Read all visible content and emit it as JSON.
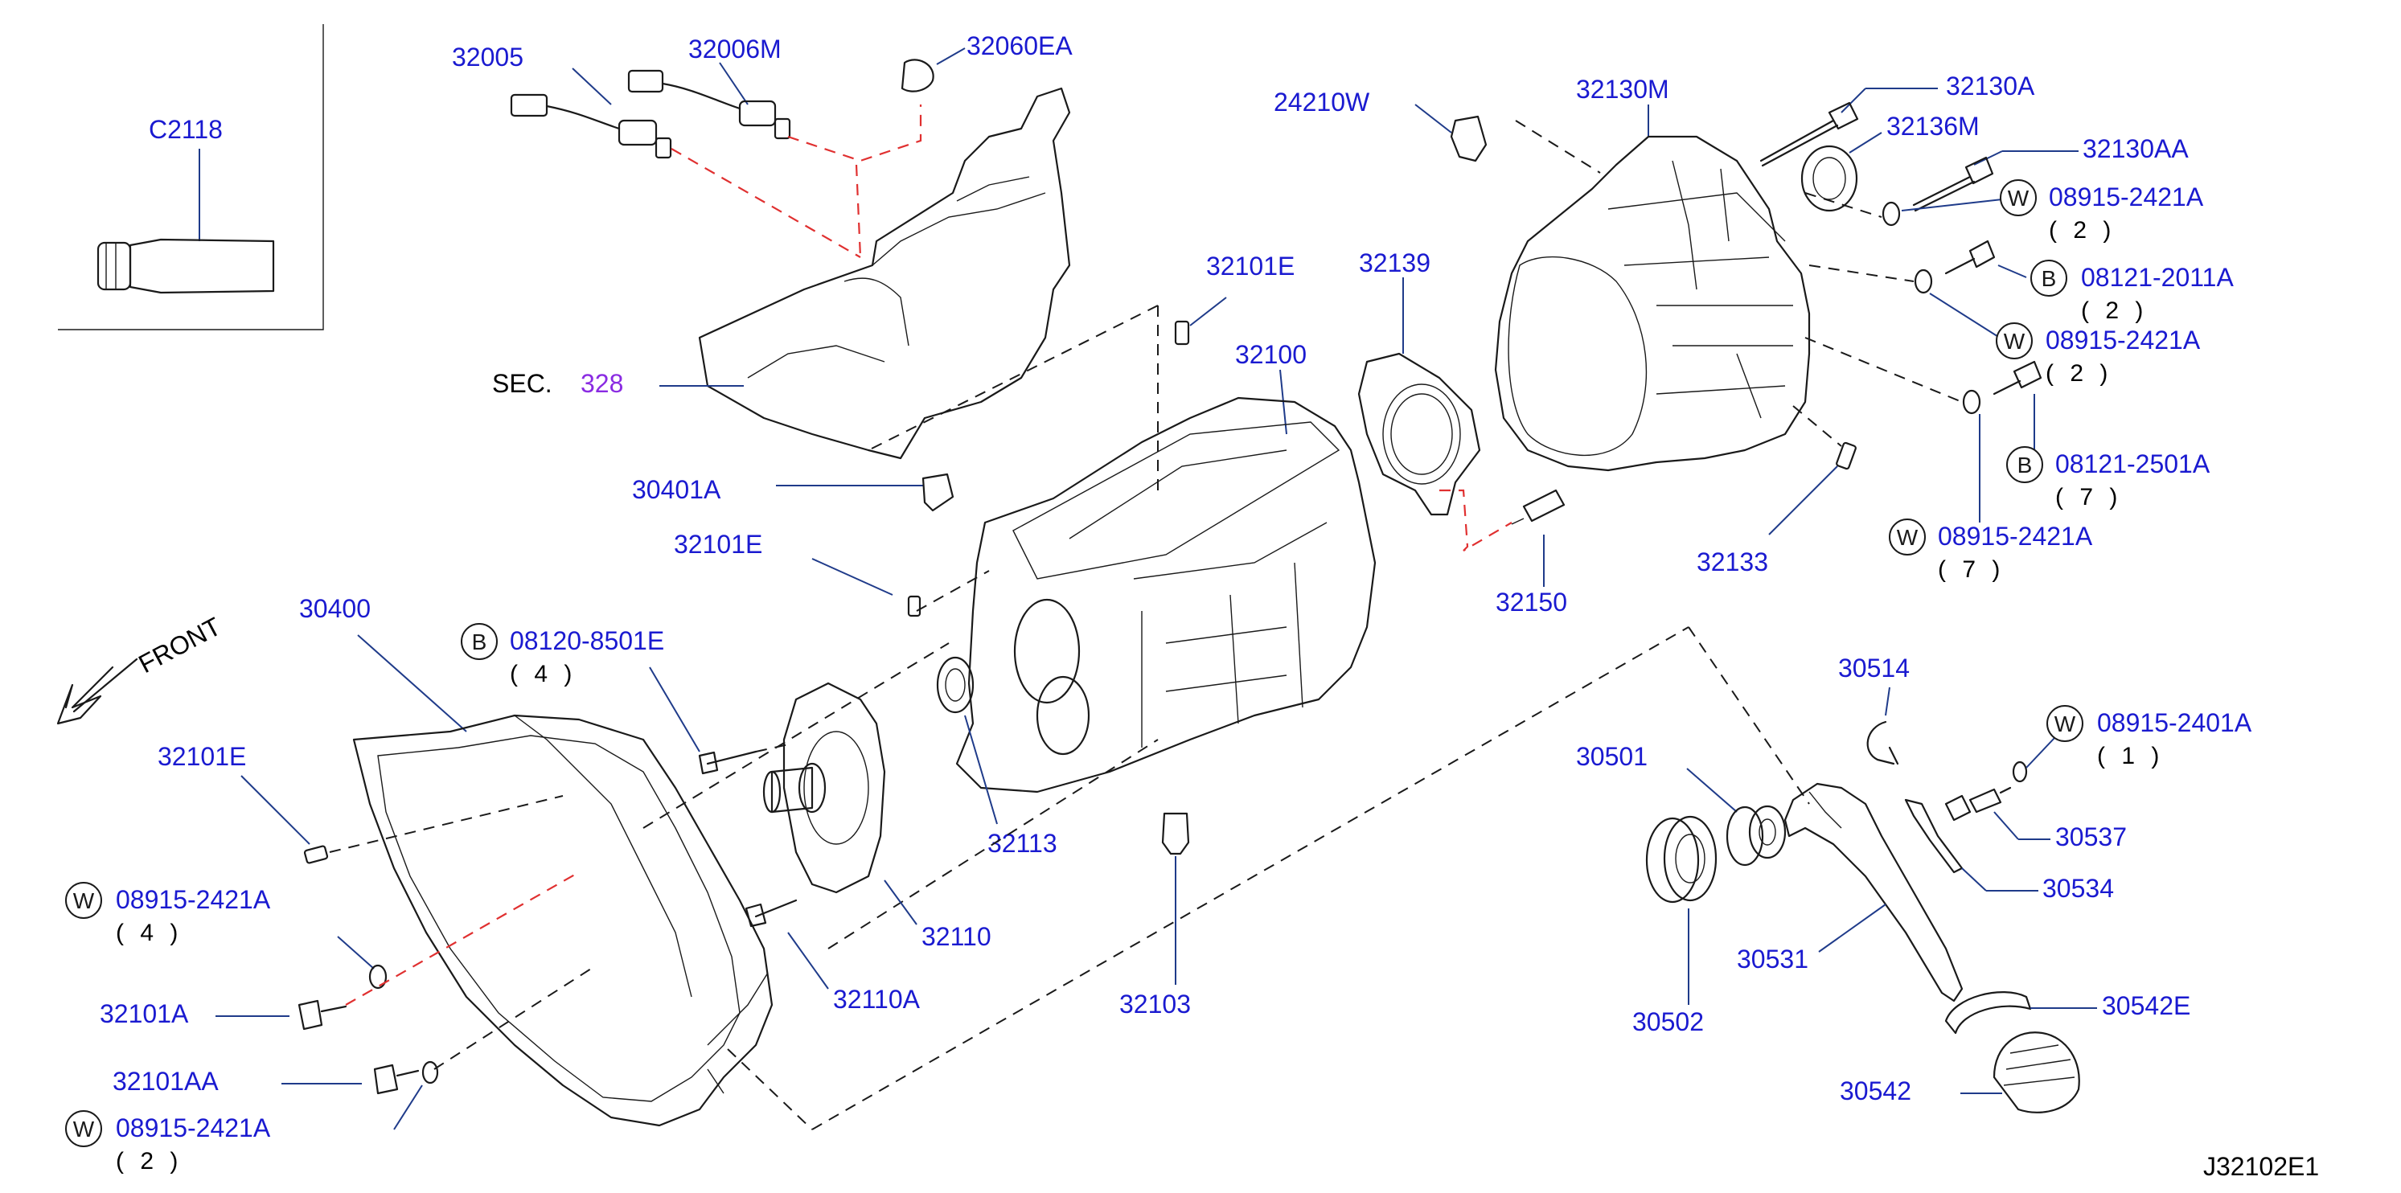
{
  "diagram_code": "J32102E1",
  "front_label": "FRONT",
  "section": {
    "prefix": "SEC.",
    "number": "328"
  },
  "parts": {
    "p_c2118": "C2118",
    "p_32005": "32005",
    "p_32006m": "32006M",
    "p_32060ea": "32060EA",
    "p_24210w": "24210W",
    "p_32130m": "32130M",
    "p_32130a": "32130A",
    "p_32136m": "32136M",
    "p_32130aa": "32130AA",
    "p_32101e_top": "32101E",
    "p_32139": "32139",
    "p_32100": "32100",
    "p_30401a": "30401A",
    "p_32101e_mid": "32101E",
    "p_32150": "32150",
    "p_32133": "32133",
    "p_30400": "30400",
    "p_32101e_left": "32101E",
    "p_32113": "32113",
    "p_32110": "32110",
    "p_32110a": "32110A",
    "p_32103": "32103",
    "p_32101a": "32101A",
    "p_32101aa": "32101AA",
    "p_30514": "30514",
    "p_30501": "30501",
    "p_30537": "30537",
    "p_30534": "30534",
    "p_30531": "30531",
    "p_30502": "30502",
    "p_30542e": "30542E",
    "p_30542": "30542"
  },
  "fasteners": {
    "w1": {
      "symbol": "W",
      "number": "08915-2421A",
      "qty": "( 2 )"
    },
    "b1": {
      "symbol": "B",
      "number": "08121-2011A",
      "qty": "( 2 )"
    },
    "w2": {
      "symbol": "W",
      "number": "08915-2421A",
      "qty": "( 2 )"
    },
    "b2": {
      "symbol": "B",
      "number": "08121-2501A",
      "qty": "( 7 )"
    },
    "w3": {
      "symbol": "W",
      "number": "08915-2421A",
      "qty": "( 7 )"
    },
    "b3": {
      "symbol": "B",
      "number": "08120-8501E",
      "qty": "( 4 )"
    },
    "w4": {
      "symbol": "W",
      "number": "08915-2421A",
      "qty": "( 4 )"
    },
    "w5": {
      "symbol": "W",
      "number": "08915-2421A",
      "qty": "( 2 )"
    },
    "w6": {
      "symbol": "W",
      "number": "08915-2401A",
      "qty": "( 1 )"
    }
  }
}
